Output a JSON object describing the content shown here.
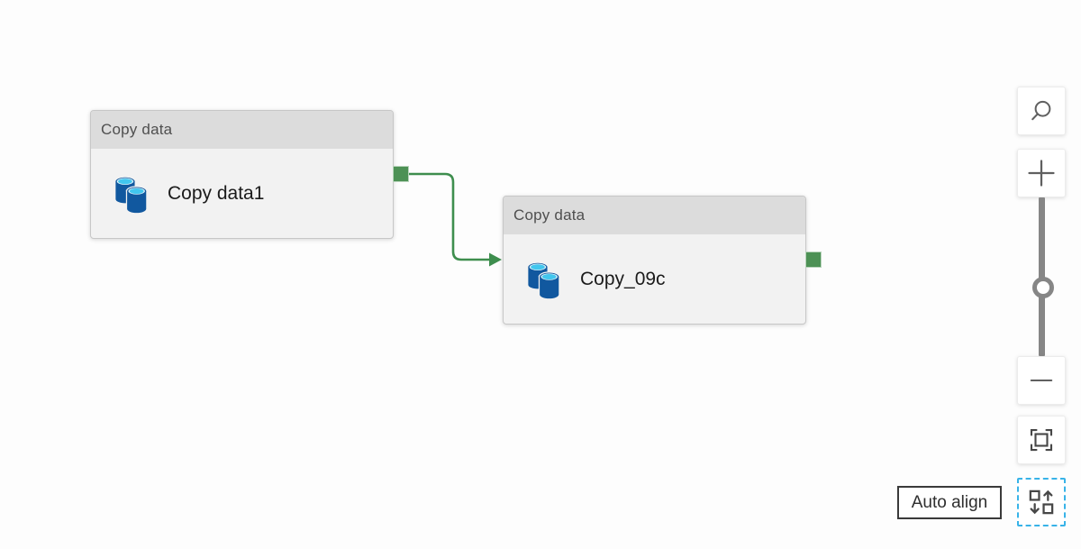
{
  "nodes": [
    {
      "header": "Copy data",
      "label": "Copy data1"
    },
    {
      "header": "Copy data",
      "label": "Copy_09c"
    }
  ],
  "tooltip": {
    "label": "Auto align"
  },
  "toolbar": {
    "icons": {
      "search": "magnifier-icon",
      "zoom_in": "plus-icon",
      "zoom_out": "minus-icon",
      "fit": "fit-to-screen-icon",
      "auto_align": "auto-align-arrows-icon"
    }
  },
  "colors": {
    "connector_green": "#3e8e4e",
    "port_green": "#4d9155",
    "auto_align_dashed_border": "#38b3e8",
    "node_header_bg": "#dcdcdc",
    "node_body_bg": "#f2f2f2",
    "icon_dark_blue": "#11589f",
    "icon_cyan": "#41c6ee"
  }
}
